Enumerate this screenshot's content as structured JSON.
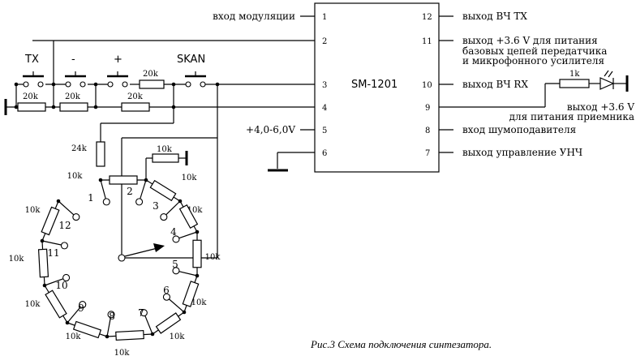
{
  "chip": {
    "name": "SM-1201",
    "left_pins": [
      {
        "num": "1",
        "label": "вход модуляции"
      },
      {
        "num": "2",
        "label": ""
      },
      {
        "num": "3",
        "label": ""
      },
      {
        "num": "4",
        "label": ""
      },
      {
        "num": "5",
        "label": "+4,0-6,0V"
      },
      {
        "num": "6",
        "label": ""
      }
    ],
    "right_pins": [
      {
        "num": "12",
        "label": "выход ВЧ ТХ"
      },
      {
        "num": "11",
        "label": "выход +3.6 V для питания"
      },
      {
        "num": "10",
        "label": "выход ВЧ RX"
      },
      {
        "num": "9",
        "label": ""
      },
      {
        "num": "8",
        "label": "вход шумоподавителя"
      },
      {
        "num": "7",
        "label": "выход управление УНЧ"
      }
    ],
    "pin11_extra": [
      "базовых цепей передатчика",
      "и микрофонного усилителя"
    ],
    "pin9_extra": [
      "выход +3.6 V",
      "для питания приемника"
    ]
  },
  "buttons": {
    "tx": "TX",
    "minus": "-",
    "plus": "+",
    "skan": "SKAN"
  },
  "resistors": {
    "top": "20k",
    "bottom": [
      "20k",
      "20k",
      "20k"
    ],
    "r24": "24k",
    "dial_top": "10k",
    "led_r": "1k",
    "ring": [
      "10k",
      "10k",
      "10k",
      "10k",
      "10k",
      "10k",
      "10k",
      "10k",
      "10k",
      "10k",
      "10k"
    ]
  },
  "switch_positions": [
    "1",
    "2",
    "3",
    "4",
    "5",
    "6",
    "7",
    "8",
    "9",
    "10",
    "11",
    "12"
  ],
  "caption": "Рис.3  Схема подключения синтезатора."
}
